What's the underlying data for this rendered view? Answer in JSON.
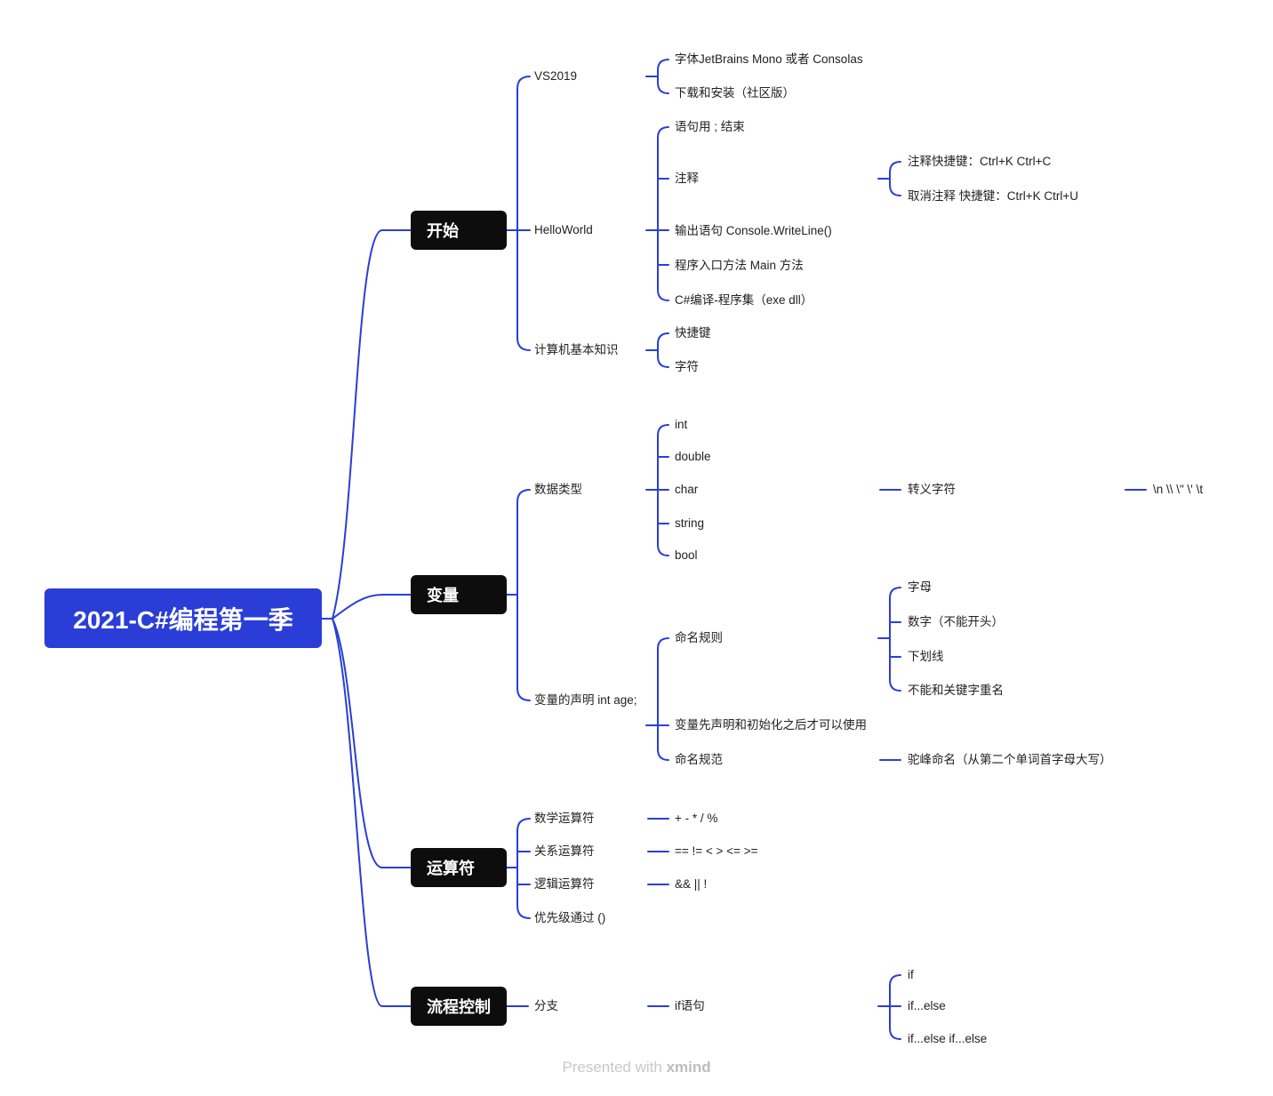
{
  "root": "2021-C#编程第一季",
  "branches": {
    "start": {
      "label": "开始",
      "vs2019": {
        "label": "VS2019",
        "items": [
          "字体JetBrains Mono 或者 Consolas",
          "下载和安装（社区版）"
        ]
      },
      "helloworld": {
        "label": "HelloWorld",
        "items": [
          "语句用 ; 结束",
          "注释",
          "输出语句 Console.WriteLine()",
          "程序入口方法 Main 方法",
          "C#编译-程序集（exe  dll）"
        ],
        "comment_items": [
          "注释快捷键：Ctrl+K Ctrl+C",
          "取消注释 快捷键：Ctrl+K Ctrl+U"
        ]
      },
      "basics": {
        "label": "计算机基本知识",
        "items": [
          "快捷键",
          "字符"
        ]
      }
    },
    "variables": {
      "label": "变量",
      "datatypes": {
        "label": "数据类型",
        "items": [
          "int",
          "double",
          "char",
          "string",
          "bool"
        ],
        "escape": "转义字符",
        "escape_values": "\\n  \\\\  \\\"  \\'  \\t"
      },
      "declaration": {
        "label": "变量的声明 int age;",
        "items": [
          "命名规则",
          "变量先声明和初始化之后才可以使用",
          "命名规范"
        ],
        "rules": [
          "字母",
          "数字（不能开头）",
          "下划线",
          "不能和关键字重名"
        ],
        "convention": "驼峰命名（从第二个单词首字母大写）"
      }
    },
    "operators": {
      "label": "运算符",
      "items": [
        {
          "label": "数学运算符",
          "value": "+  -  *  /  %"
        },
        {
          "label": "关系运算符",
          "value": "==  !=  <  >  <=  >="
        },
        {
          "label": "逻辑运算符",
          "value": "&&  ||  !"
        },
        {
          "label": "优先级通过 ()",
          "value": ""
        }
      ]
    },
    "flow": {
      "label": "流程控制",
      "branch": "分支",
      "if_statement": "if语句",
      "if_items": [
        "if",
        "if...else",
        "if...else if...else"
      ]
    }
  },
  "footer": {
    "prefix": "Presented with ",
    "brand": "xmind"
  },
  "colors": {
    "root": "#2a3ed7",
    "main_topic": "#0d0d0d",
    "line": "#2a3ed7"
  }
}
